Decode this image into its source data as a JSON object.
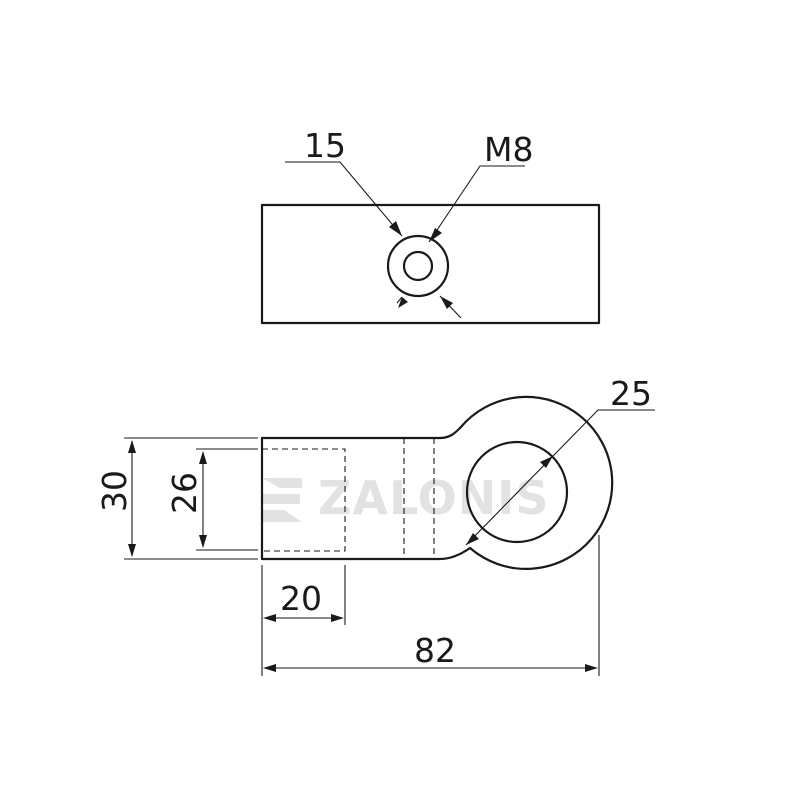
{
  "drawing": {
    "top_view": {
      "outer_diameter_label": "15",
      "thread_label": "M8"
    },
    "side_view": {
      "eye_diameter_label": "25",
      "total_height_label": "30",
      "inner_height_label": "26",
      "thread_depth_label": "20",
      "total_length_label": "82"
    }
  },
  "watermark": {
    "text": "ZALONIS",
    "color": "#e2e2e2"
  },
  "colors": {
    "line": "#1a1a1a",
    "background": "#ffffff"
  }
}
